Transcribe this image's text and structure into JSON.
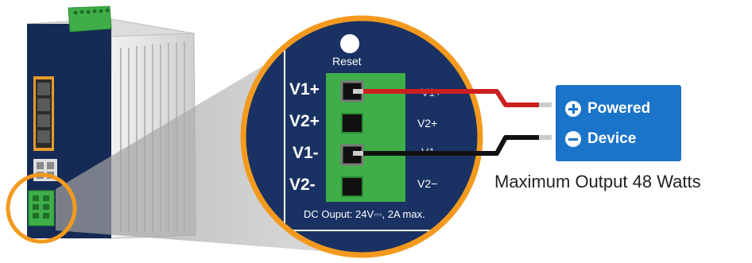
{
  "zoom": {
    "reset_label": "Reset",
    "ports": [
      {
        "name": "V1+",
        "side": "V1+"
      },
      {
        "name": "V2+",
        "side": "V2+"
      },
      {
        "name": "V1-",
        "side": "V1-"
      },
      {
        "name": "V2-",
        "side": "V2−"
      }
    ],
    "dc_output": "DC Ouput: 24V⎓, 2A max."
  },
  "powered_device": {
    "line1": "Powered",
    "line2": "Device",
    "line1_icon": "plus-circle-icon",
    "line2_icon": "minus-circle-icon"
  },
  "caption": "Maximum Output 48 Watts",
  "colors": {
    "highlight_ring": "#f39a1e",
    "device_navy": "#152a55",
    "terminal_green": "#3fae49",
    "pd_blue": "#1a74c9",
    "wire_red": "#cc1f1f",
    "wire_black": "#111111"
  }
}
